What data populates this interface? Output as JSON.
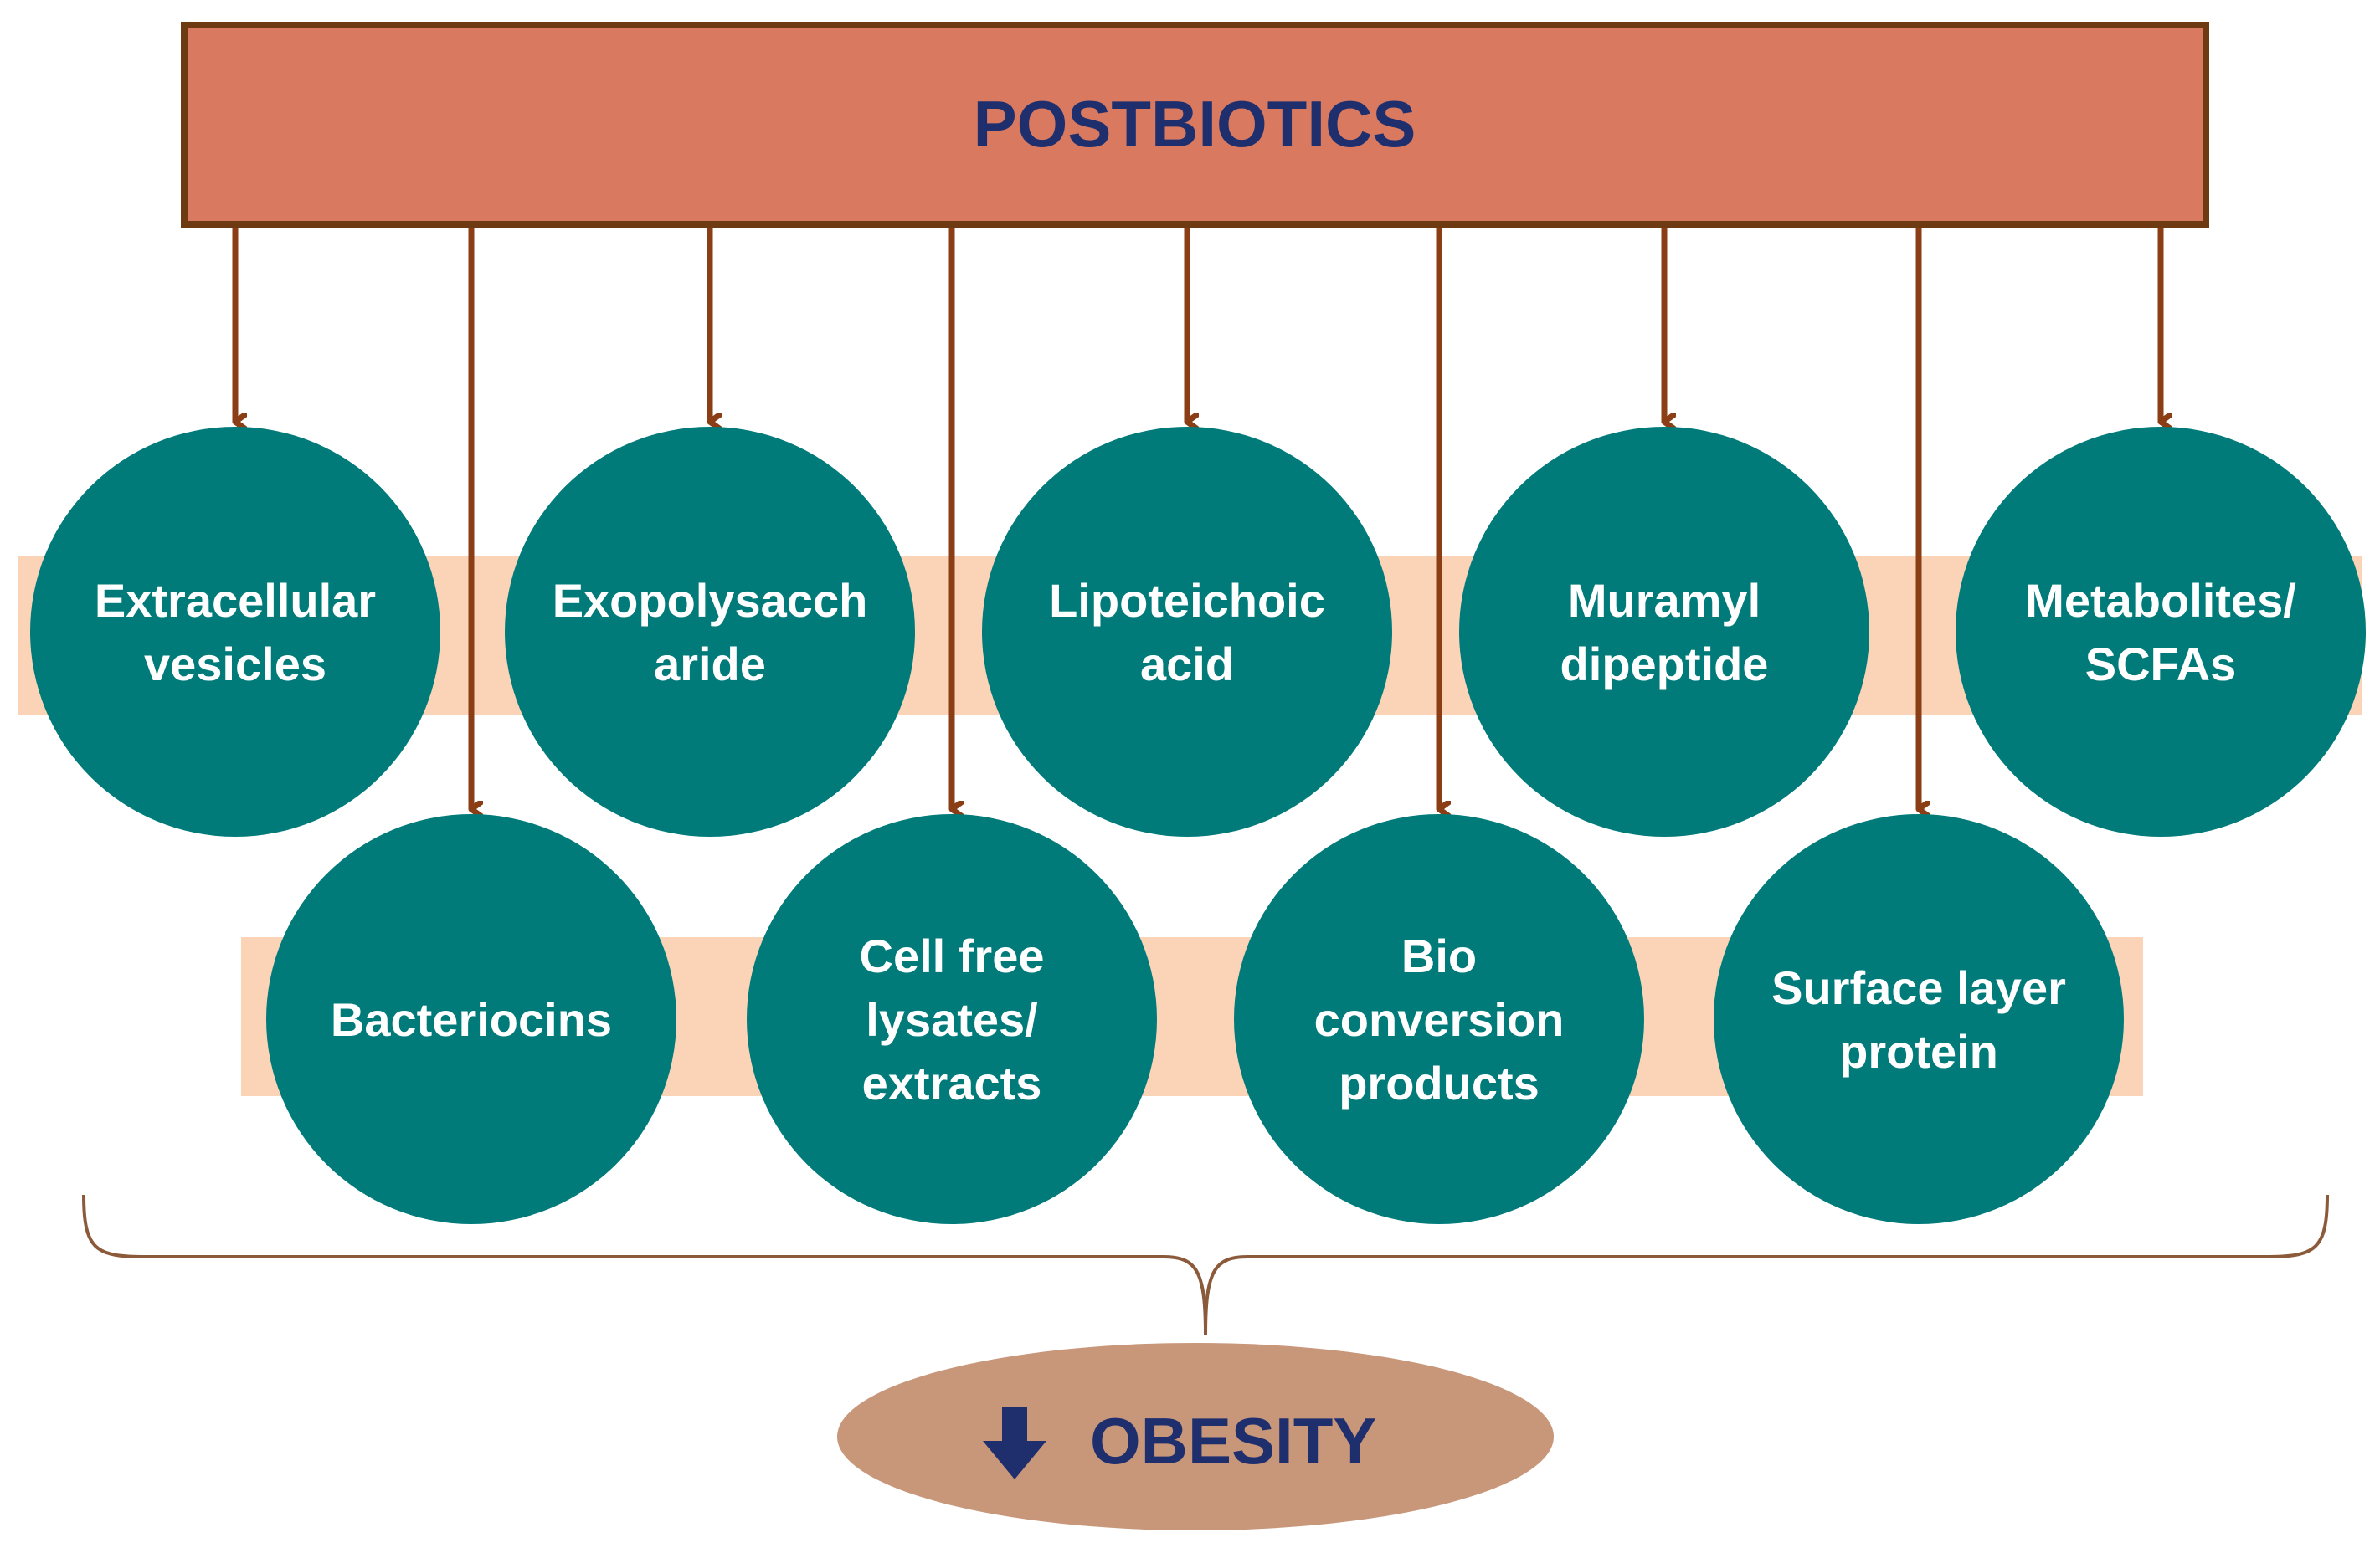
{
  "title": "POSTBIOTICS",
  "outcome": {
    "label": "OBESITY",
    "icon": "down-arrow-icon"
  },
  "colors": {
    "header_fill": "#d97a60",
    "header_border": "#6e3a12",
    "arrow": "#8b3e16",
    "circle_fill": "#007b7a",
    "band_fill": "#fbd4b8",
    "brace": "#8b5a3a",
    "ellipse_fill": "#c8977a",
    "text_dark": "#1f2f6e",
    "text_light": "#ffffff"
  },
  "top_row": [
    {
      "id": "extracellular-vesicles",
      "lines": [
        "Extracellular",
        "vesicles"
      ]
    },
    {
      "id": "exopolysaccharide",
      "lines": [
        "Exopolysacch",
        "aride"
      ]
    },
    {
      "id": "lipoteichoic-acid",
      "lines": [
        "Lipoteichoic",
        "acid"
      ]
    },
    {
      "id": "muramyl-dipeptide",
      "lines": [
        "Muramyl",
        "dipeptide"
      ]
    },
    {
      "id": "metabolites-scfas",
      "lines": [
        "Metabolites/",
        "SCFAs"
      ]
    }
  ],
  "bottom_row": [
    {
      "id": "bacteriocins",
      "lines": [
        "Bacteriocins"
      ]
    },
    {
      "id": "cell-free-lysates",
      "lines": [
        "Cell free",
        "lysates/",
        "extracts"
      ]
    },
    {
      "id": "bio-conversion-products",
      "lines": [
        "Bio",
        "conversion",
        "products"
      ]
    },
    {
      "id": "surface-layer-protein",
      "lines": [
        "Surface layer",
        "protein"
      ]
    }
  ]
}
